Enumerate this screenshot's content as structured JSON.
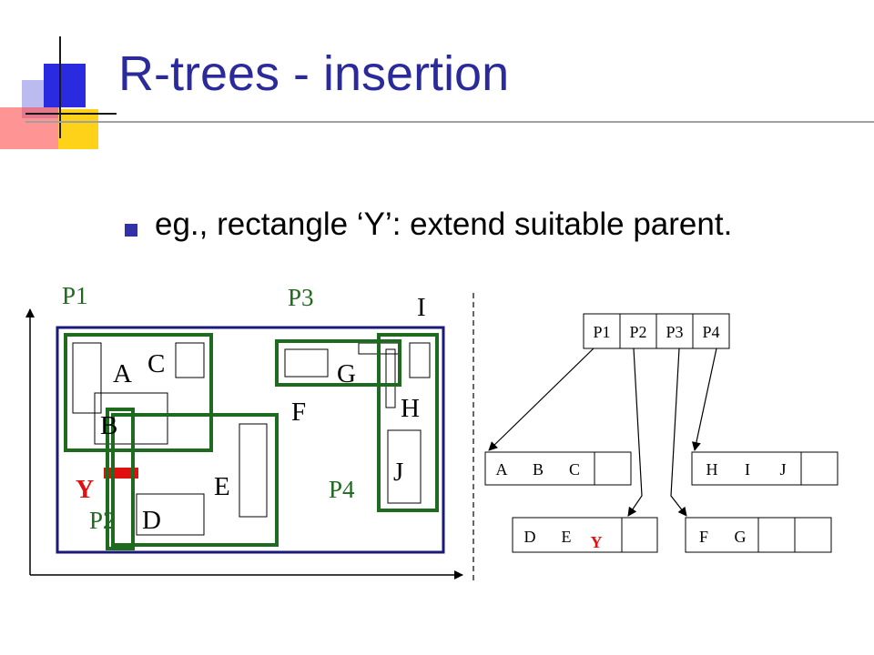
{
  "slide": {
    "title": "R-trees - insertion",
    "bullet": "eg., rectangle ‘Y’: extend suitable parent."
  },
  "colors": {
    "title": "#2a2a9a",
    "frame": "#1a1a7a",
    "group": "#1e6a1e",
    "highlight": "#e01010",
    "deco_blue": "#3b3bd4",
    "deco_yellow": "#ffd21a",
    "deco_red": "#ff4d4d"
  },
  "diagram": {
    "group_labels": {
      "p1": "P1",
      "p2": "P2",
      "p3": "P3",
      "p4": "P4"
    },
    "rect_labels": {
      "a": "A",
      "b": "B",
      "c": "C",
      "d": "D",
      "e": "E",
      "f": "F",
      "g": "G",
      "h": "H",
      "i": "I",
      "j": "J",
      "y": "Y"
    }
  },
  "tree": {
    "root": [
      "P1",
      "P2",
      "P3",
      "P4"
    ],
    "leaf_p1": [
      "A",
      "B",
      "C",
      ""
    ],
    "leaf_p2": [
      "D",
      "E",
      "Y",
      ""
    ],
    "leaf_p3": [
      "F",
      "G",
      "",
      ""
    ],
    "leaf_p4": [
      "H",
      "I",
      "J",
      ""
    ]
  }
}
